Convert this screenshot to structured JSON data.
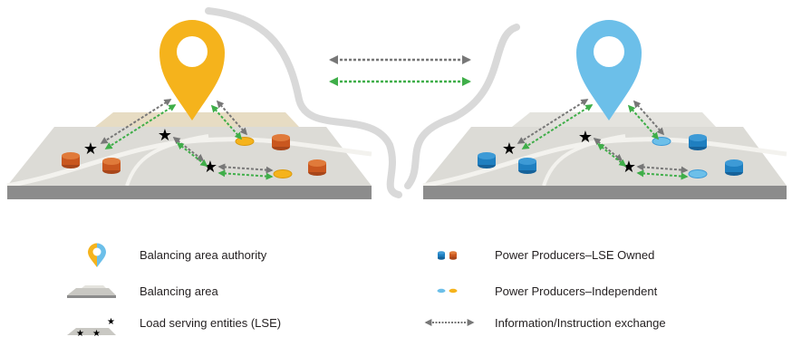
{
  "legend": {
    "items": [
      {
        "key": "baa",
        "label": "Balancing area authority"
      },
      {
        "key": "area",
        "label": "Balancing area"
      },
      {
        "key": "lse",
        "label": "Load serving entities (LSE)"
      },
      {
        "key": "pp_owned",
        "label": "Power Producers–LSE Owned"
      },
      {
        "key": "pp_indep",
        "label": "Power Producers–Independent"
      },
      {
        "key": "exchange",
        "label": "Information/Instruction exchange"
      }
    ]
  },
  "colors": {
    "baa_left": "#f5b31c",
    "baa_right": "#6cbfe9",
    "producer_owned_left": "#c9571f",
    "producer_owned_right": "#1f7fc0",
    "producer_indep_left": "#f5b31c",
    "producer_indep_right": "#6cbfe9",
    "arrow_gray": "#777777",
    "arrow_green": "#3fae49",
    "ground_top": "#dcdbd6",
    "ground_side": "#8c8c8c"
  }
}
